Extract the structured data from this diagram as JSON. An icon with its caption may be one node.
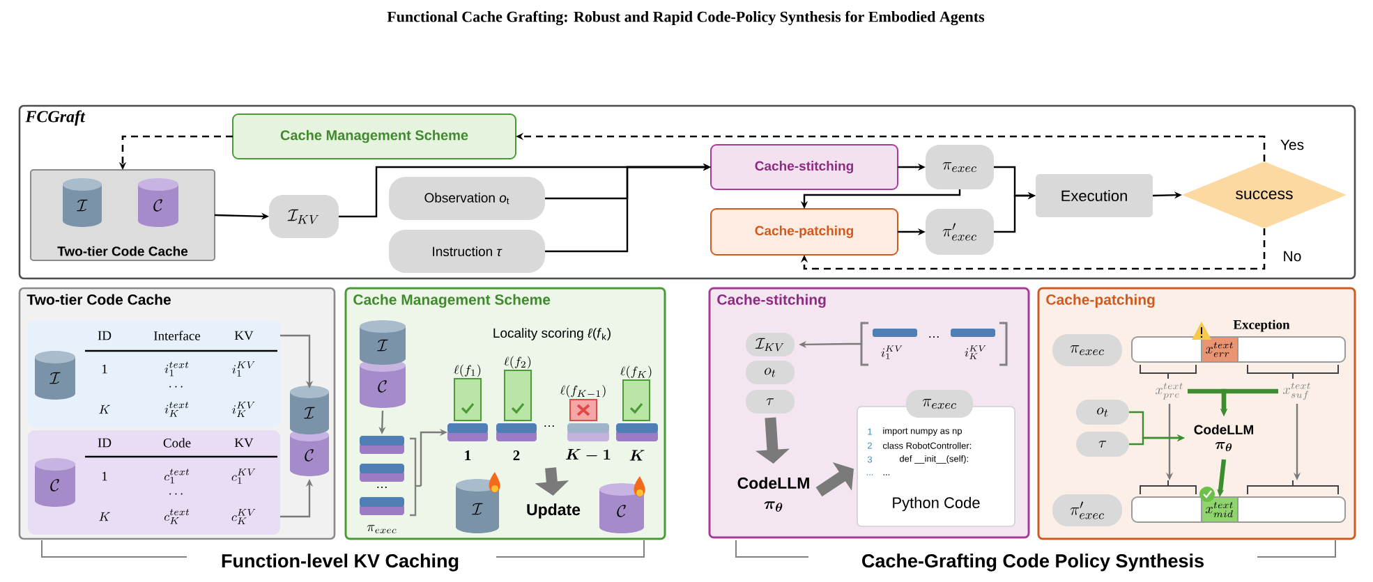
{
  "diagram": {
    "title": "Functional Cache Grafting: Robust and Rapid Code-Policy Synthesis for Embodied Agents",
    "nodes": [
      {
        "text": [
          "FCGraft"
        ]
      },
      {
        "text": [
          "Cache Management Scheme"
        ],
        "in": 0
      },
      {
        "text": [
          "Two-tier Code Cache"
        ],
        "in": 0
      },
      {
        "text": [
          "\\mathcal{I}"
        ],
        "in": 2
      },
      {
        "text": [
          "\\mathcal{C}"
        ],
        "in": 2
      },
      {
        "text": [
          "\\mathcal{I}_{KV}"
        ],
        "in": 0
      },
      {
        "text": [
          "Observation *o*$_{t}$"
        ],
        "in": 0
      },
      {
        "text": [
          "Instruction *τ*"
        ],
        "in": 0
      },
      {
        "text": [
          "Cache-stitching"
        ],
        "in": 0
      },
      {
        "text": [
          "\\pi_{exec}"
        ],
        "in": 0
      },
      {
        "text": [
          "Cache-patching"
        ],
        "in": 0
      },
      {
        "text": [
          "\\pi'_{exec}"
        ],
        "in": 0
      },
      {
        "text": [
          "Execution"
        ],
        "in": 0
      },
      {
        "text": [
          "success"
        ],
        "in": 0
      },
      {
        "text": [
          "Two-tier Code Cache"
        ]
      },
      {
        "text": [
          "ID",
          "Interface",
          "KV",
          "1",
          "i_1^{text}",
          "i_1^{KV}",
          "\\cdots",
          "K",
          "i_K^{text}",
          "i_K^{KV}"
        ],
        "in": 14
      },
      {
        "text": [
          "\\mathcal{I}"
        ],
        "in": 15
      },
      {
        "text": [
          "ID",
          "Code",
          "KV",
          "1",
          "c_1^{text}",
          "c_1^{KV}",
          "\\cdots",
          "K",
          "c_K^{text}",
          "c_K^{KV}"
        ],
        "in": 14
      },
      {
        "text": [
          "\\mathcal{C}"
        ],
        "in": 17
      },
      {
        "text": [
          "\\mathcal{I}"
        ],
        "in": 14
      },
      {
        "text": [
          "\\mathcal{C}"
        ],
        "in": 14
      },
      {
        "text": [
          "Cache Management Scheme",
          "Locality scoring *ℓ*(*f*$_{k}$)"
        ]
      },
      {
        "text": [
          "\\mathcal{I}"
        ],
        "in": 21
      },
      {
        "text": [
          "\\mathcal{C}"
        ],
        "in": 21
      },
      {
        "text": [
          "…",
          "\\pi_{exec}"
        ],
        "in": 21
      },
      {
        "text": [
          "\\ell(f_1)"
        ],
        "in": 21
      },
      {
        "text": [
          "\\ell(f_2)"
        ],
        "in": 21
      },
      {
        "text": [
          "\\ell(f_{K-1})"
        ],
        "in": 21
      },
      {
        "text": [
          "\\ell(f_K)"
        ],
        "in": 21
      },
      {
        "text": [
          "1"
        ],
        "in": 21
      },
      {
        "text": [
          "2"
        ],
        "in": 21
      },
      {
        "text": [
          "K-1"
        ],
        "in": 21
      },
      {
        "text": [
          "K"
        ],
        "in": 21
      },
      {
        "text": [
          "\\mathcal{I}"
        ],
        "in": 21
      },
      {
        "text": [
          "\\mathcal{C}"
        ],
        "in": 21
      },
      {
        "text": [
          "Cache-stitching"
        ]
      },
      {
        "text": [
          "\\mathcal{I}_{KV}"
        ],
        "in": 35
      },
      {
        "text": [
          "o_t"
        ],
        "in": 35
      },
      {
        "text": [
          "\\tau"
        ],
        "in": 35
      },
      {
        "text": [
          "i_1^{KV}",
          "…",
          "i_K^{KV}"
        ],
        "in": 35
      },
      {
        "text": [
          "CodeLLM",
          "\\pi_\\theta"
        ],
        "in": 35
      },
      {
        "text": [
          "\\pi_{exec}"
        ],
        "in": 35
      },
      {
        "text": [
          "1",
          "import numpy as np",
          "2",
          "class RobotController:",
          "3",
          "def __init__(self):",
          "...",
          "...",
          "Python Code"
        ],
        "in": 35
      },
      {
        "text": [
          "Cache-patching"
        ]
      },
      {
        "text": [
          "\\pi_{exec}"
        ],
        "in": 43
      },
      {
        "text": [],
        "shape": "bar",
        "in": 43
      },
      {
        "text": [
          "x_{err}^{text}"
        ],
        "beside": [
          "Exception"
        ],
        "in": 45
      },
      {
        "text": [
          "x_{pre}^{text}"
        ],
        "in": 43
      },
      {
        "text": [
          "x_{suf}^{text}"
        ],
        "in": 43
      },
      {
        "text": [
          "o_t"
        ],
        "in": 43
      },
      {
        "text": [
          "\\tau"
        ],
        "in": 43
      },
      {
        "text": [
          "CodeLLM",
          "\\pi_\\theta"
        ],
        "in": 43
      },
      {
        "text": [
          "\\pi'_{exec}"
        ],
        "in": 43
      },
      {
        "text": [],
        "shape": "bar",
        "in": 43
      },
      {
        "text": [
          "x_{mid}^{text}"
        ],
        "in": 53
      },
      {
        "text": [
          "Update"
        ],
        "in": 21
      }
    ],
    "edges": [
      {
        "from": 13,
        "to": 1,
        "arrow": "to",
        "label": "Yes",
        "style": "dashed"
      },
      {
        "from": 1,
        "to": 2,
        "arrow": "to",
        "style": "dashed"
      },
      {
        "from": 2,
        "to": 5,
        "arrow": "to"
      },
      {
        "from": 5,
        "to": 8,
        "arrow": "to"
      },
      {
        "from": 6,
        "to": 8,
        "arrow": "to"
      },
      {
        "from": 7,
        "to": 8,
        "arrow": "to"
      },
      {
        "from": 8,
        "to": 9,
        "arrow": "to"
      },
      {
        "from": 9,
        "to": 10,
        "arrow": "to"
      },
      {
        "from": 10,
        "to": 11,
        "arrow": "to"
      },
      {
        "from": 9,
        "to": 12,
        "arrow": "to"
      },
      {
        "from": 11,
        "to": 12,
        "arrow": "to"
      },
      {
        "from": 12,
        "to": 13,
        "arrow": "to"
      },
      {
        "from": 13,
        "to": 10,
        "arrow": "to",
        "label": "No",
        "style": "dashed"
      },
      {
        "from": 15,
        "to": 19,
        "arrow": "to",
        "color": "#7a7a7a"
      },
      {
        "from": 17,
        "to": 20,
        "arrow": "to",
        "color": "#7a7a7a"
      },
      {
        "from": 23,
        "to": 24,
        "arrow": "to",
        "color": "#7a7a7a"
      },
      {
        "from": 24,
        "to": 29,
        "arrow": "to",
        "color": "#7a7a7a"
      },
      {
        "from": 39,
        "to": 36,
        "arrow": "to",
        "color": "#7a7a7a"
      },
      {
        "from": 38,
        "to": 40,
        "arrow": "to",
        "style": "thick",
        "color": "#7a7a7a"
      },
      {
        "from": 40,
        "to": 42,
        "arrow": "to",
        "style": "thick",
        "color": "#7a7a7a"
      },
      {
        "from": 47,
        "to": 53,
        "arrow": "to",
        "color": "#7a7a7a"
      },
      {
        "from": 48,
        "to": 53,
        "arrow": "to",
        "color": "#7a7a7a"
      },
      {
        "from": 47,
        "to": 51,
        "arrow": "to",
        "style": "thick",
        "color": "#3c8d2f"
      },
      {
        "from": 48,
        "to": 51,
        "arrow": "to",
        "style": "thick",
        "color": "#3c8d2f"
      },
      {
        "from": 49,
        "to": 51,
        "arrow": "to",
        "color": "#3c8d2f"
      },
      {
        "from": 50,
        "to": 51,
        "arrow": "to",
        "color": "#3c8d2f"
      },
      {
        "from": 51,
        "to": 54,
        "arrow": "to",
        "style": "thick",
        "color": "#3c8d2f"
      },
      {
        "from": null,
        "to": 55,
        "arrow": "to",
        "style": "thick",
        "color": "#7a7a7a"
      }
    ],
    "labels": [
      "…",
      "Function-level KV Caching",
      "Cache-Grafting Code Policy Synthesis"
    ]
  }
}
